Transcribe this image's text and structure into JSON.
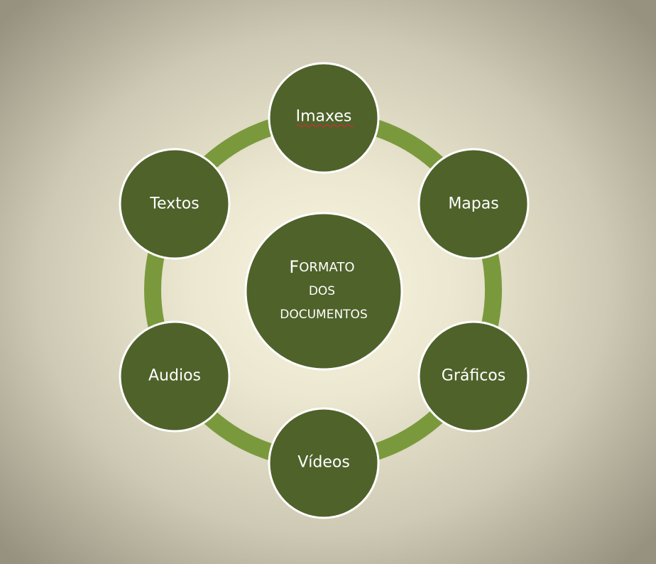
{
  "diagram": {
    "center": {
      "lines": [
        "Formato",
        "dos",
        "documentos"
      ]
    },
    "nodes": [
      {
        "label": "Imaxes"
      },
      {
        "label": "Mapas"
      },
      {
        "label": "Gráficos"
      },
      {
        "label": "Vídeos"
      },
      {
        "label": "Audios"
      },
      {
        "label": "Textos"
      }
    ],
    "colors": {
      "ring": "#7a993d",
      "node_fill": "#4f622a",
      "node_stroke": "#ffffff",
      "text": "#ffffff"
    }
  }
}
